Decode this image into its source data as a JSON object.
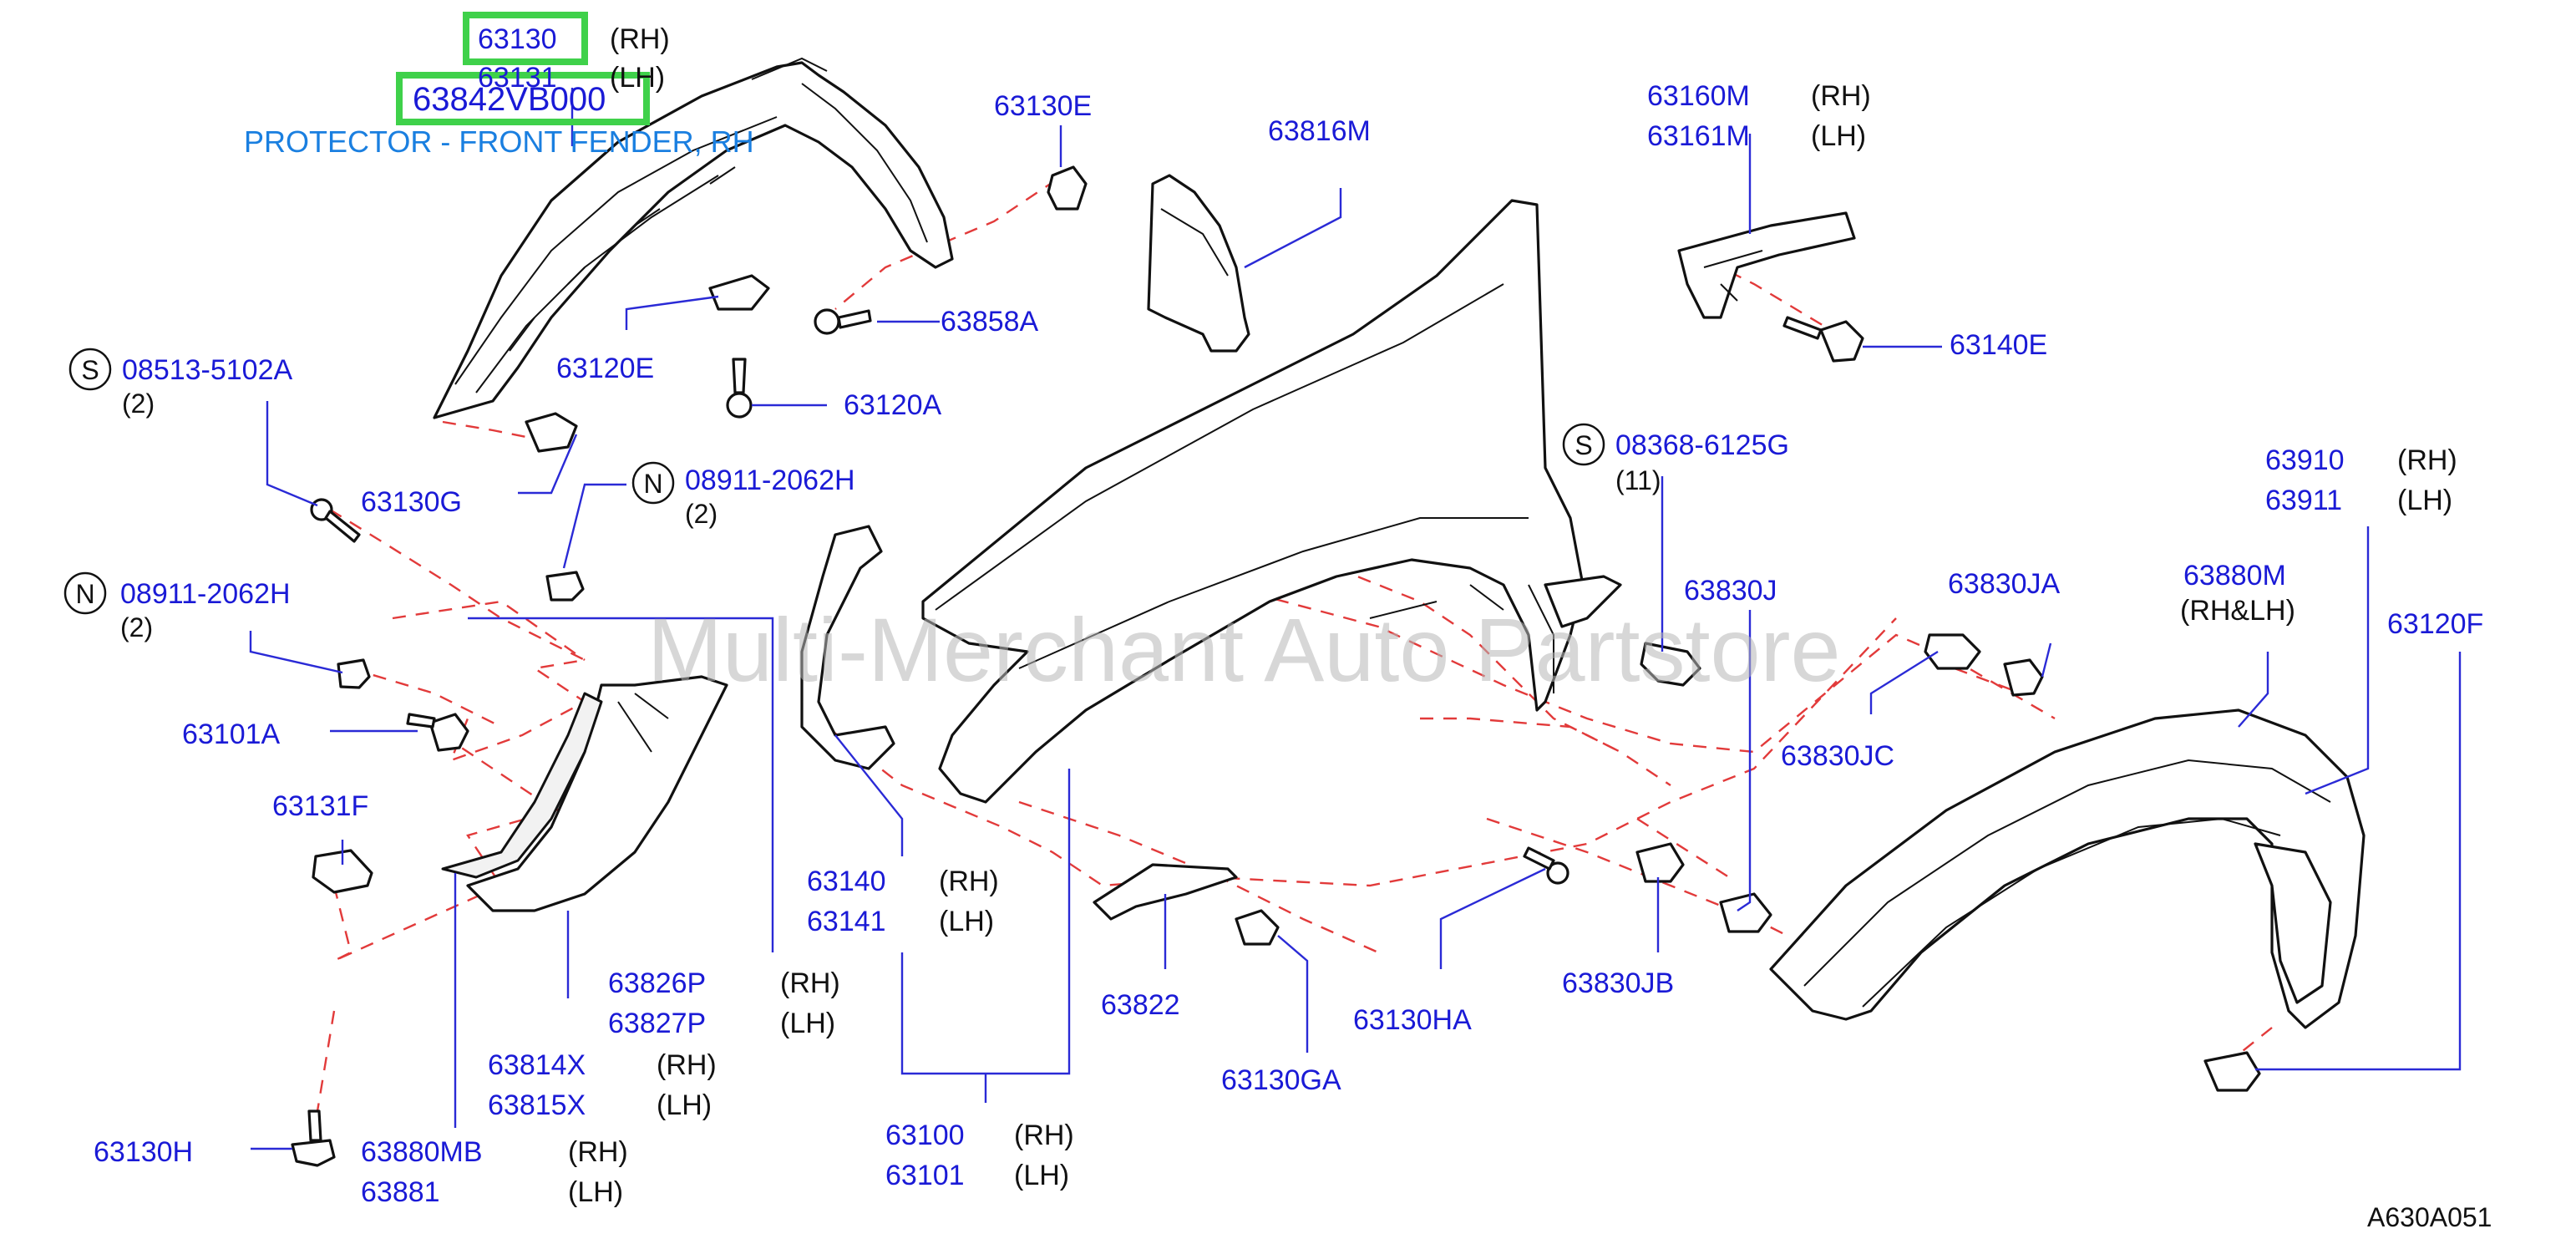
{
  "diagram": {
    "highlighted": {
      "part_63130": "63130",
      "part_63842": "63842VB000",
      "description": "PROTECTOR - FRONT FENDER, RH"
    },
    "labels": {
      "p63130_rh": "(RH)",
      "p63131": "63131",
      "p63131_lh": "(LH)",
      "p63130E": "63130E",
      "p63816M": "63816M",
      "p63160M": "63160M",
      "p63160M_rh": "(RH)",
      "p63161M": "63161M",
      "p63161M_lh": "(LH)",
      "p63858A": "63858A",
      "p63120E": "63120E",
      "p63140E": "63140E",
      "s08513": "08513-5102A",
      "s08513_qty": "(2)",
      "p63120A": "63120A",
      "s08368": "08368-6125G",
      "s08368_qty": "(11)",
      "p63910": "63910",
      "p63910_rh": "(RH)",
      "p63911": "63911",
      "p63911_lh": "(LH)",
      "p63130G": "63130G",
      "n08911a": "08911-2062H",
      "n08911a_qty": "(2)",
      "p63830J": "63830J",
      "p63830JA": "63830JA",
      "p63880M": "63880M",
      "p63880M_sub": "(RH&LH)",
      "p63120F": "63120F",
      "n08911b": "08911-2062H",
      "n08911b_qty": "(2)",
      "p63101A": "63101A",
      "p63830JC": "63830JC",
      "p63131F": "63131F",
      "p63140": "63140",
      "p63140_rh": "(RH)",
      "p63141": "63141",
      "p63141_lh": "(LH)",
      "p63130HA": "63130HA",
      "p63830JB": "63830JB",
      "p63822": "63822",
      "p63826P": "63826P",
      "p63826P_rh": "(RH)",
      "p63827P": "63827P",
      "p63827P_lh": "(LH)",
      "p63814X": "63814X",
      "p63814X_rh": "(RH)",
      "p63815X": "63815X",
      "p63815X_lh": "(LH)",
      "p63130GA": "63130GA",
      "p63130H": "63130H",
      "p63880MB": "63880MB",
      "p63880MB_rh": "(RH)",
      "p63881": "63881",
      "p63881_lh": "(LH)",
      "p63100": "63100",
      "p63100_rh": "(RH)",
      "p63101": "63101",
      "p63101_lh": "(LH)",
      "circle_s": "S",
      "circle_n": "N"
    },
    "watermark": "Multi-Merchant Auto Partstore",
    "figure_ref": "A630A051",
    "colors": {
      "part_number": "#1a1ad6",
      "leader": "#2a2ad6",
      "dashed": "#e23a3a",
      "highlight": "#3fd14a",
      "description": "#1a7fe0"
    }
  }
}
